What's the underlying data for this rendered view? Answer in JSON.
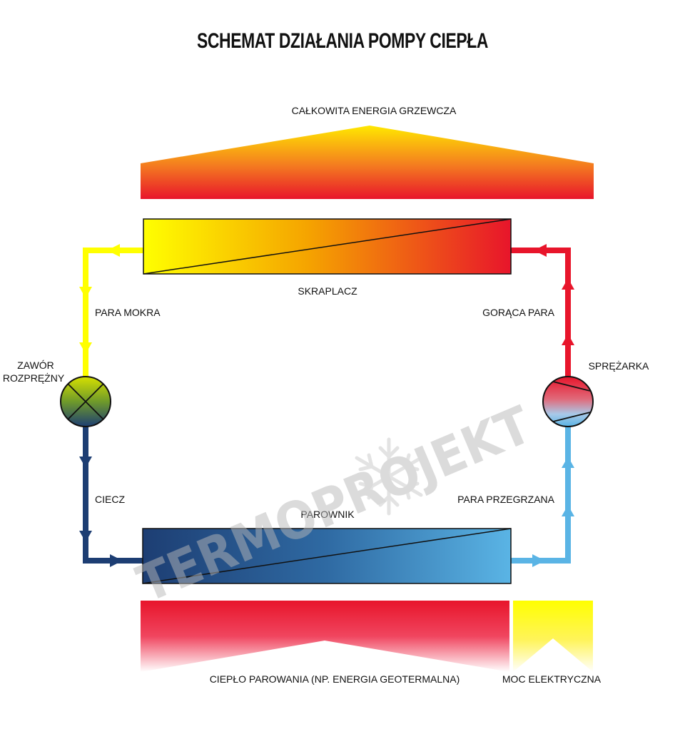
{
  "title": "SCHEMAT DZIAŁANIA POMPY CIEPŁA",
  "labels": {
    "total_energy": "CAŁKOWITA ENERGIA GRZEWCZA",
    "condenser": "SKRAPLACZ",
    "wet_steam": "PARA MOKRA",
    "hot_steam": "GORĄCA PARA",
    "valve_line1": "ZAWÓR",
    "valve_line2": "ROZPRĘŻNY",
    "compressor": "SPRĘŻARKA",
    "liquid": "CIECZ",
    "superheated": "PARA PRZEGRZANA",
    "evaporator": "PAROWNIK",
    "evaporation_heat": "CIEPŁO PAROWANIA (NP. ENERGIA GEOTERMALNA)",
    "electric_power": "MOC ELEKTRYCZNA"
  },
  "watermark": "TERMOPROJEKT",
  "colors": {
    "yellow": "#ffff00",
    "orange": "#f5a300",
    "red": "#e8152b",
    "dark_blue": "#1d3e73",
    "light_blue": "#5ab4e5",
    "valve_green": "#8ab020",
    "text": "#111111"
  }
}
